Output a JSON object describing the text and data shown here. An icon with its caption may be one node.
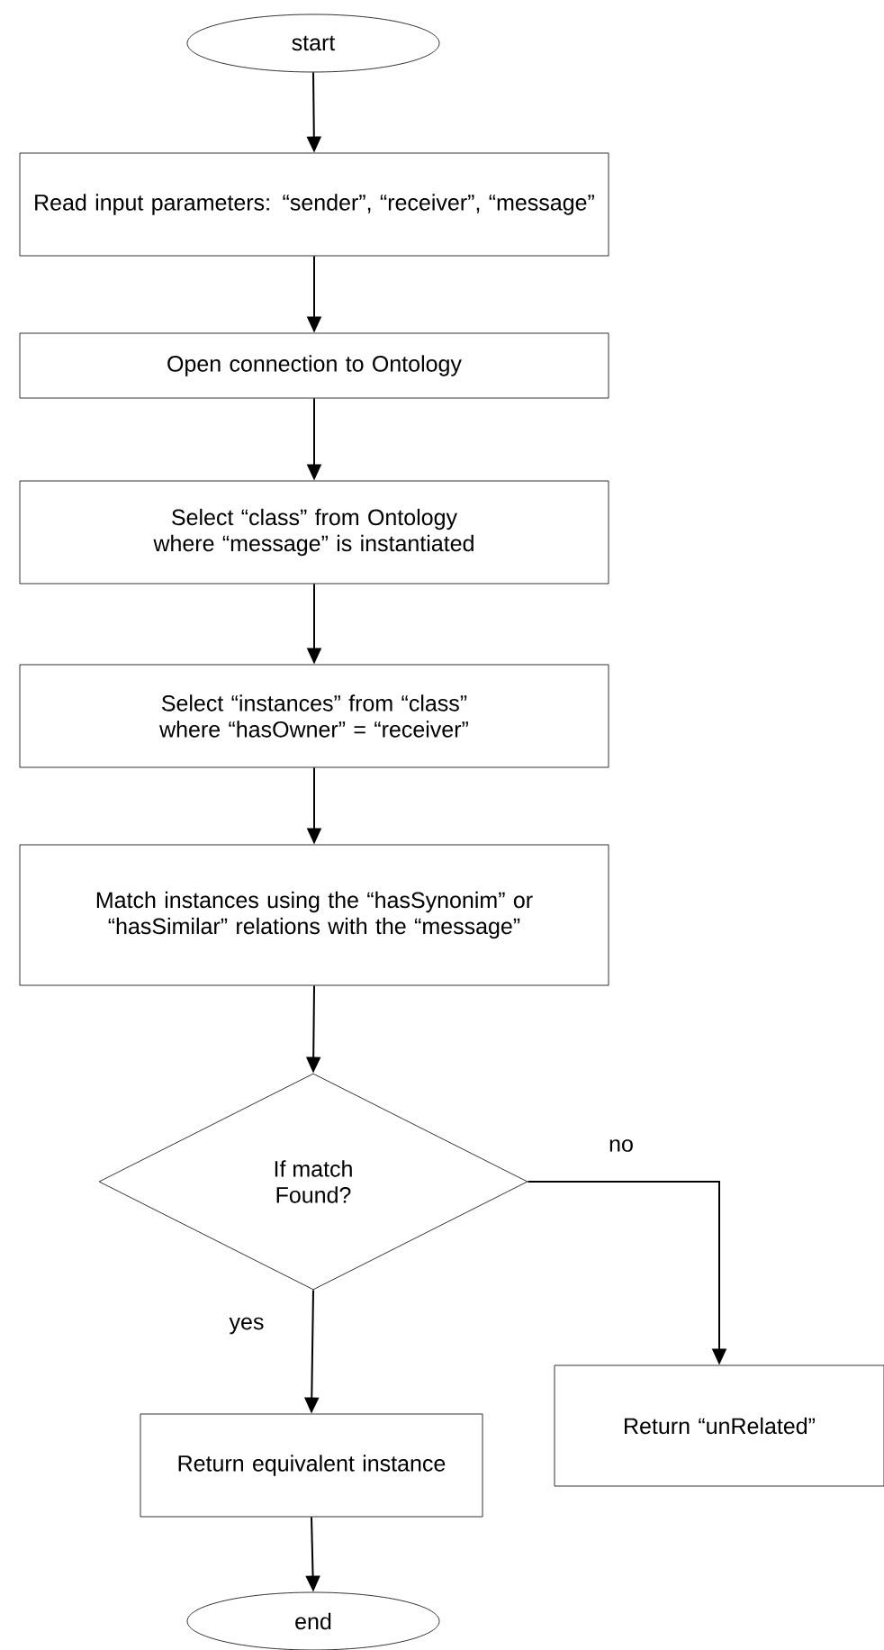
{
  "diagram": {
    "nodes": [
      {
        "text": [
          "start"
        ]
      },
      {
        "text": [
          "Read input parameters: “sender”, “receiver”, “message”"
        ]
      },
      {
        "text": [
          "Open connection to Ontology"
        ]
      },
      {
        "text": [
          "Select “class” from Ontology where “message” is instantiated"
        ]
      },
      {
        "text": [
          "Select “instances” from “class” where “hasOwner” = “receiver”"
        ]
      },
      {
        "text": [
          "Match instances using the “hasSynonim” or “hasSimilar” relations with the “message”"
        ]
      },
      {
        "text": [
          "If match Found?"
        ]
      },
      {
        "text": [
          "Return equivalent instance"
        ]
      },
      {
        "text": [
          "Return “unRelated”"
        ]
      },
      {
        "text": [
          "end"
        ]
      }
    ],
    "edges": [
      {
        "from": 0,
        "to": 1,
        "arrow": "to"
      },
      {
        "from": 1,
        "to": 2,
        "arrow": "to"
      },
      {
        "from": 2,
        "to": 3,
        "arrow": "to"
      },
      {
        "from": 3,
        "to": 4,
        "arrow": "to"
      },
      {
        "from": 4,
        "to": 5,
        "arrow": "to"
      },
      {
        "from": 5,
        "to": 6,
        "arrow": "to"
      },
      {
        "from": 6,
        "to": 7,
        "arrow": "to",
        "label": "yes"
      },
      {
        "from": 6,
        "to": 8,
        "arrow": "to",
        "label": "no"
      },
      {
        "from": 7,
        "to": 9,
        "arrow": "to"
      }
    ]
  }
}
